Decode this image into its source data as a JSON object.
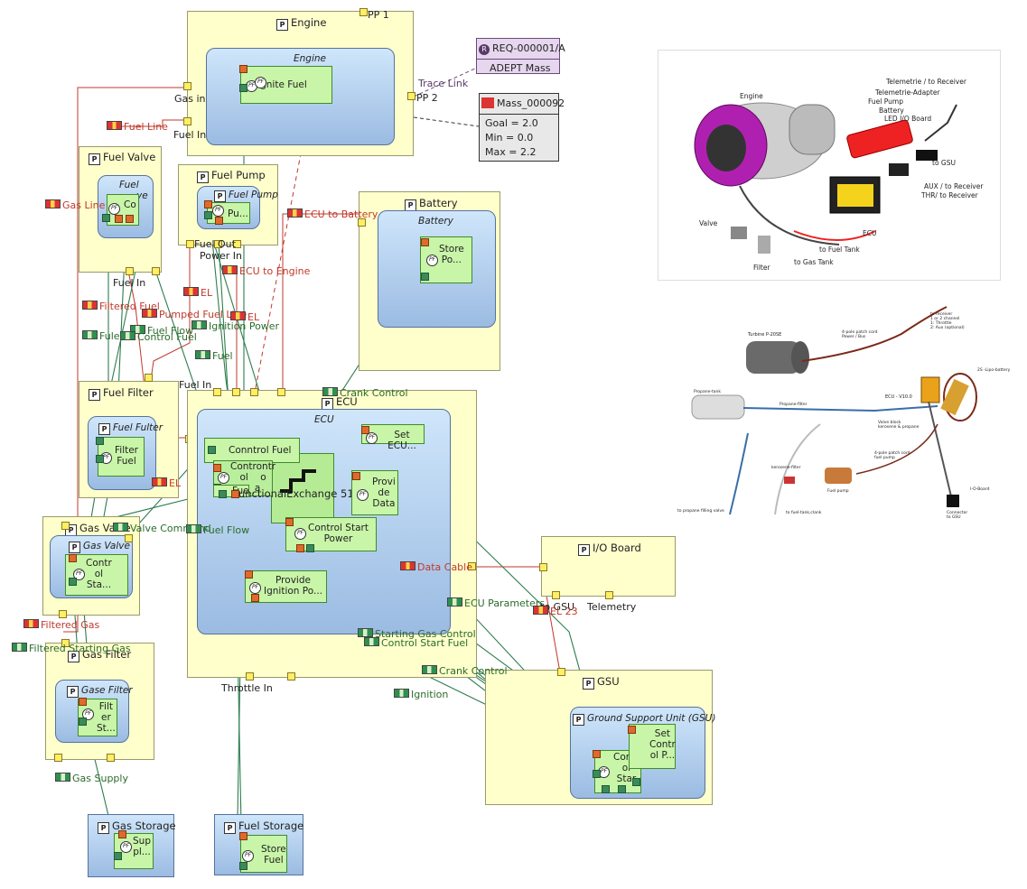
{
  "colors": {
    "part_fill": "#ffffcc",
    "func_fill": "#c8f5a8",
    "block_gradient_top": "#cfe6fb",
    "block_gradient_bottom": "#9bbbe2",
    "flow_red": "#c0392b",
    "flow_green": "#2b6b2b",
    "link_line": "#2e7d4f",
    "req_fill": "#ded0e6"
  },
  "parts": {
    "engine": {
      "title": "Engine",
      "block": "Engine",
      "func": "Ignite Fuel",
      "ports": {
        "gas_in": "Gas in",
        "fuel_in": "Fuel In",
        "pp1": "PP 1",
        "pp2": "PP 2"
      }
    },
    "fuel_valve": {
      "title": "Fuel Valve",
      "block": "Fuel",
      "func": "Co",
      "func_tail": "ve",
      "port_label": "Fuel In"
    },
    "fuel_pump": {
      "title": "Fuel Pump",
      "block": "Fuel Pump",
      "func": "Pu...",
      "port_labels": [
        "Fuel Out",
        "Power In"
      ]
    },
    "battery": {
      "title": "Battery",
      "block": "Battery",
      "func": "Store\nPo..."
    },
    "fuel_filter": {
      "title": "Fuel Filter",
      "block": "Fuel Fulter",
      "func": "Filter\nFuel",
      "port_label": "Fuel In"
    },
    "ecu": {
      "title": "ECU",
      "block": "ECU",
      "port_label": "Throttle In",
      "funcs": {
        "control_fuel": "Conntrol Fuel",
        "control_fuel_inner": "Controntr\nol    o\n   a",
        "fuel_short": "Fue..",
        "set_ecu": "Set ECU...",
        "provide_data": "Provi\nde\nData",
        "control_start_power": "Control Start\nPower",
        "provide_ignition": "Provide\nIgnition Po..."
      },
      "exchange": "FunctionalExchange 51"
    },
    "gas_valve": {
      "title": "Gas Valve",
      "block": "Gas Valve",
      "func": "Contr\nol\nSta..."
    },
    "gas_filter": {
      "title": "Gas Filter",
      "block": "Gase Filter",
      "func": "Filt\ner\nSt..."
    },
    "gas_storage": {
      "title": "Gas Storage",
      "func": "Sup\npl..."
    },
    "fuel_storage": {
      "title": "Fuel Storage",
      "func": "Store\nFuel"
    },
    "io_board": {
      "title": "I/O Board",
      "ports": [
        "to GSU",
        "Telemetry"
      ]
    },
    "gsu": {
      "title": "GSU",
      "block": "Ground Support Unit (GSU)",
      "func_left": "Contr\nol\nStar",
      "func_right": "Set\nContr\nol P..."
    }
  },
  "requirement": {
    "id": "REQ-000001/A",
    "name": "ADEPT Mass",
    "link": "Trace Link"
  },
  "mass": {
    "title": "Mass_000092",
    "goal": "Goal = 2.0",
    "min": "Min = 0.0",
    "max": "Max = 2.2"
  },
  "exchanges": {
    "fuel_line": "Fuel Line",
    "gas_line": "Gas Line",
    "ecu_to_battery": "ECU to Battery",
    "ecu_to_engine": "ECU to Engine",
    "el1": "EL",
    "filtered_fuel": "Filtered Fuel",
    "pumped_fuel_line": "Pumped Fuel Line",
    "el2": "EL",
    "fuel_flow": "Fuel Flow",
    "ignition_power": "Ignition Power",
    "fule": "Fule",
    "control_fuel": "Control Fuel",
    "fuel": "Fuel",
    "crank_control_top": "Crank Control",
    "el3": "EL",
    "valve_command": "Valve Command",
    "fuel_flow2": "Fuel Flow",
    "data_cable": "Data Cable",
    "ecu_parameters": "ECU Parameters",
    "el23": "EL 23",
    "filtered_gas": "Filtered Gas",
    "filtered_starting_gas": "Filtered Starting Gas",
    "starting_gas_control": "Starting Gas Control",
    "control_start_fuel": "Control Start Fuel",
    "crank_control_bottom": "Crank Control",
    "ignition": "Ignition",
    "gas_supply": "Gas Supply"
  },
  "photo1": {
    "labels": {
      "engine": "Engine",
      "telemetrie_receiver": "Telemetrie / to Receiver",
      "telemetrie_adapter": "Telemetrie-Adapter",
      "fuel_pump": "Fuel Pump",
      "battery": "Battery",
      "led_board": "LED I/O Board",
      "to_gsu": "to GSU",
      "aux": "AUX / to Receiver",
      "thr": "THR/ to Receiver",
      "valve": "Valve",
      "ecu": "ECU",
      "to_fuel_tank": "to Fuel Tank",
      "filter": "Filter",
      "to_gas_tank": "to Gas Tank"
    }
  },
  "photo2": {
    "labels": {
      "turbine": "Turbine P-20SE",
      "patch_power": "4-pole patch cord\nPower / Bus",
      "to_receiver": "to receiver\n1 or 2 channel\n1: Throttle\n2: Aux (optional)",
      "lipo": "2S -Lipo-battery",
      "propane_tank": "Propane-tank",
      "propane_filter": "Propane-filter",
      "ecu": "ECU - V10.0",
      "valve_block": "Valve block\nkerosene & propane",
      "patch_pump": "4-pole patch cord\nfuel pump",
      "kero_filter": "kerosene-filter",
      "fuel_pump": "Fuel pump",
      "io_board": "I-O-Board",
      "connector": "Connector\nto GSU",
      "propane_valve": "to propane filling valve",
      "fuel_tank": "to fuel-tank,clank"
    }
  }
}
